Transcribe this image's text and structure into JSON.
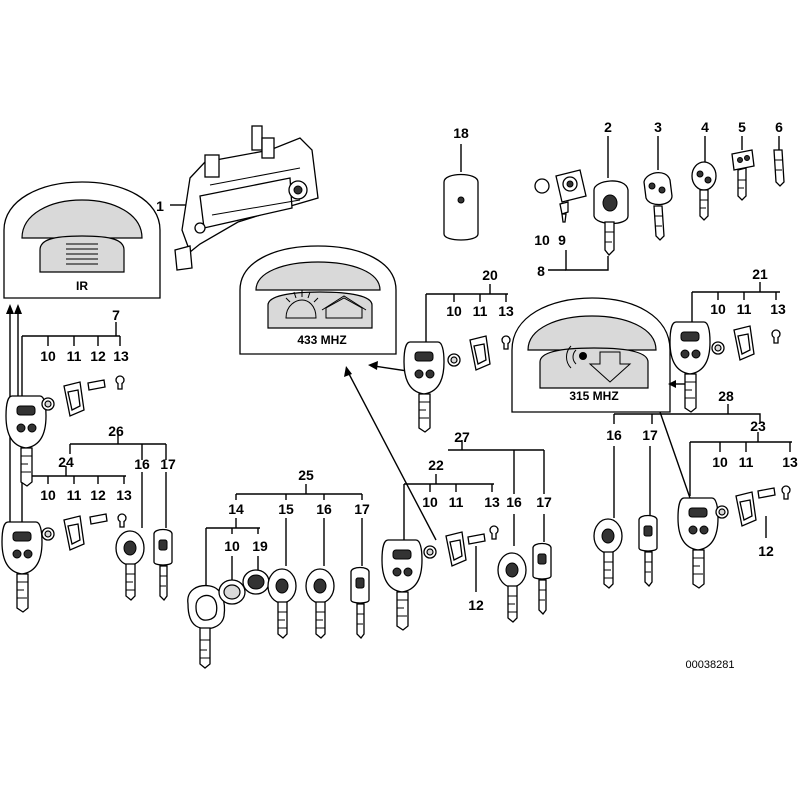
{
  "callouts": {
    "c1": "1",
    "c2": "2",
    "c3": "3",
    "c4": "4",
    "c5": "5",
    "c6": "6",
    "c7": "7",
    "c8": "8",
    "c9": "9",
    "c10": "10",
    "c18": "18",
    "c20": "20",
    "c21": "21",
    "c22": "22",
    "c23": "23",
    "c24": "24",
    "c25": "25",
    "c26": "26",
    "c27": "27",
    "c28": "28",
    "g7": [
      "10",
      "11",
      "12",
      "13"
    ],
    "g24": [
      "10",
      "11",
      "12",
      "13"
    ],
    "g24b": [
      "16",
      "17"
    ],
    "g20": [
      "10",
      "11",
      "13"
    ],
    "g21": [
      "10",
      "11",
      "13"
    ],
    "g22": [
      "10",
      "11",
      "13"
    ],
    "g27b": [
      "16",
      "17"
    ],
    "g28": [
      "16",
      "17"
    ],
    "g23": [
      "10",
      "11",
      "13"
    ],
    "g25": [
      "14",
      "15",
      "16",
      "17"
    ],
    "g14": [
      "10",
      "19"
    ],
    "c12a": "12",
    "c12b": "12"
  },
  "panels": {
    "ir": "IR",
    "mhz433": "433 MHZ",
    "mhz315": "315 MHZ"
  },
  "figure_id": "00038281"
}
